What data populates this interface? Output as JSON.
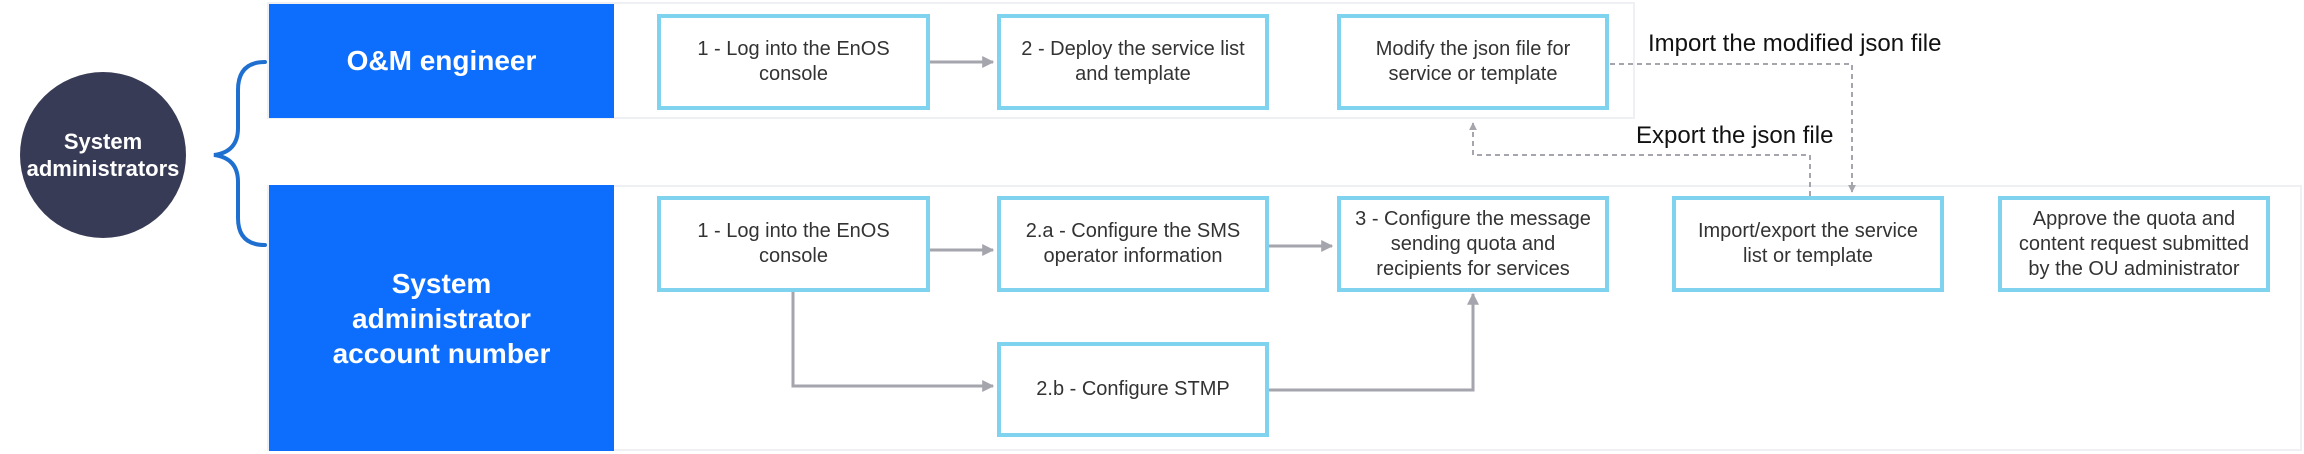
{
  "actor": {
    "label_line1": "System",
    "label_line2": "administrators"
  },
  "lanes": {
    "om": {
      "label": "O&M engineer"
    },
    "sysadmin": {
      "label_line1": "System",
      "label_line2": "administrator",
      "label_line3": "account number"
    }
  },
  "steps": {
    "om_login": "1 - Log into the EnOS console",
    "om_deploy": "2 - Deploy the service list and template",
    "om_modify": "Modify the json file for service or template",
    "sa_login": "1 - Log into the EnOS console",
    "sa_sms": "2.a - Configure the SMS operator information",
    "sa_stmp": "2.b - Configure STMP",
    "sa_quota": "3 - Configure the message sending quota and recipients for services",
    "sa_import_export": "Import/export the service list or template",
    "sa_approve": "Approve the quota and content request submitted by the OU administrator"
  },
  "annotations": {
    "import_label": "Import the modified json file",
    "export_label": "Export the json file"
  },
  "colors": {
    "role_fill": "#0d6efd",
    "step_border": "#7fd3ee",
    "actor_fill": "#383b55",
    "arrow": "#a5a5ad",
    "brace": "#1f6fd1"
  }
}
